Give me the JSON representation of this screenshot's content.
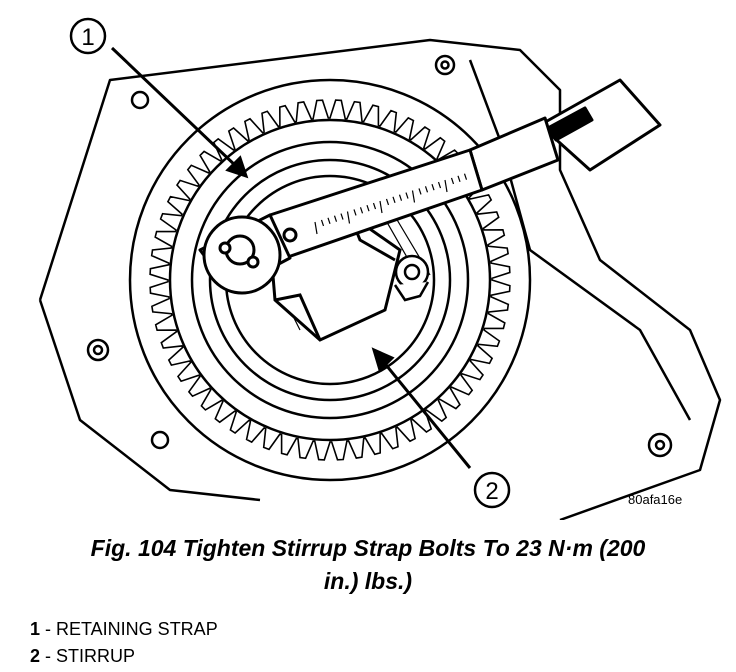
{
  "figure": {
    "callouts": [
      "1",
      "2"
    ],
    "figure_id": "80afa16e"
  },
  "caption": {
    "line1": "Fig. 104 Tighten Stirrup Strap Bolts To 23 N·m (200",
    "line2": "in.) lbs.)"
  },
  "legend": {
    "items": [
      {
        "number": "1",
        "text": " - RETAINING STRAP"
      },
      {
        "number": "2",
        "text": " - STIRRUP"
      }
    ]
  }
}
